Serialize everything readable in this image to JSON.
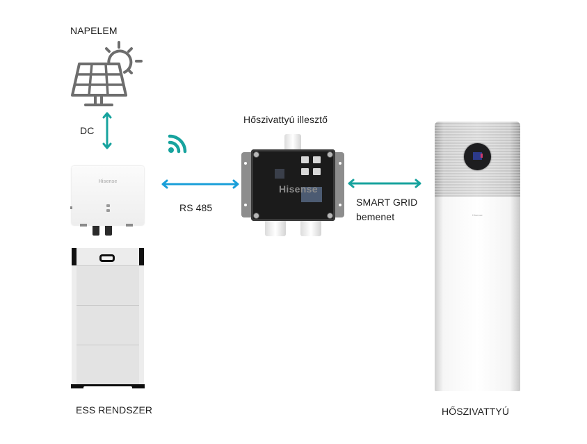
{
  "diagram": {
    "nodes": {
      "solar_panel": {
        "label": "NAPELEM",
        "icon": "solar-panel-sun-icon"
      },
      "inverter": {
        "label": "",
        "brand": "Hisense",
        "icon": "inverter-icon"
      },
      "adapter": {
        "label": "Hőszivattyú illesztő",
        "brand": "Hisense",
        "icon": "adapter-box-icon"
      },
      "ess": {
        "label": "ESS RENDSZER",
        "icon": "battery-stack-icon"
      },
      "heat_pump": {
        "label": "HŐSZIVATTYÚ",
        "brand": "Hisense",
        "icon": "heat-pump-icon"
      }
    },
    "connections": [
      {
        "from": "solar_panel",
        "to": "inverter",
        "label": "DC",
        "direction": "bidirectional",
        "color": "#17a39e"
      },
      {
        "from": "inverter",
        "to": "adapter",
        "label": "RS 485",
        "direction": "bidirectional",
        "color": "#1a9fd9"
      },
      {
        "from": "adapter",
        "to": "heat_pump",
        "label_line1": "SMART GRID",
        "label_line2": "bemenet",
        "direction": "bidirectional",
        "color": "#17a39e"
      }
    ],
    "wireless": {
      "icon": "wifi-signal-icon",
      "color": "#17a39e"
    }
  },
  "colors": {
    "teal": "#17a39e",
    "blue": "#1a9fd9",
    "icon_gray": "#6d6d6d"
  }
}
